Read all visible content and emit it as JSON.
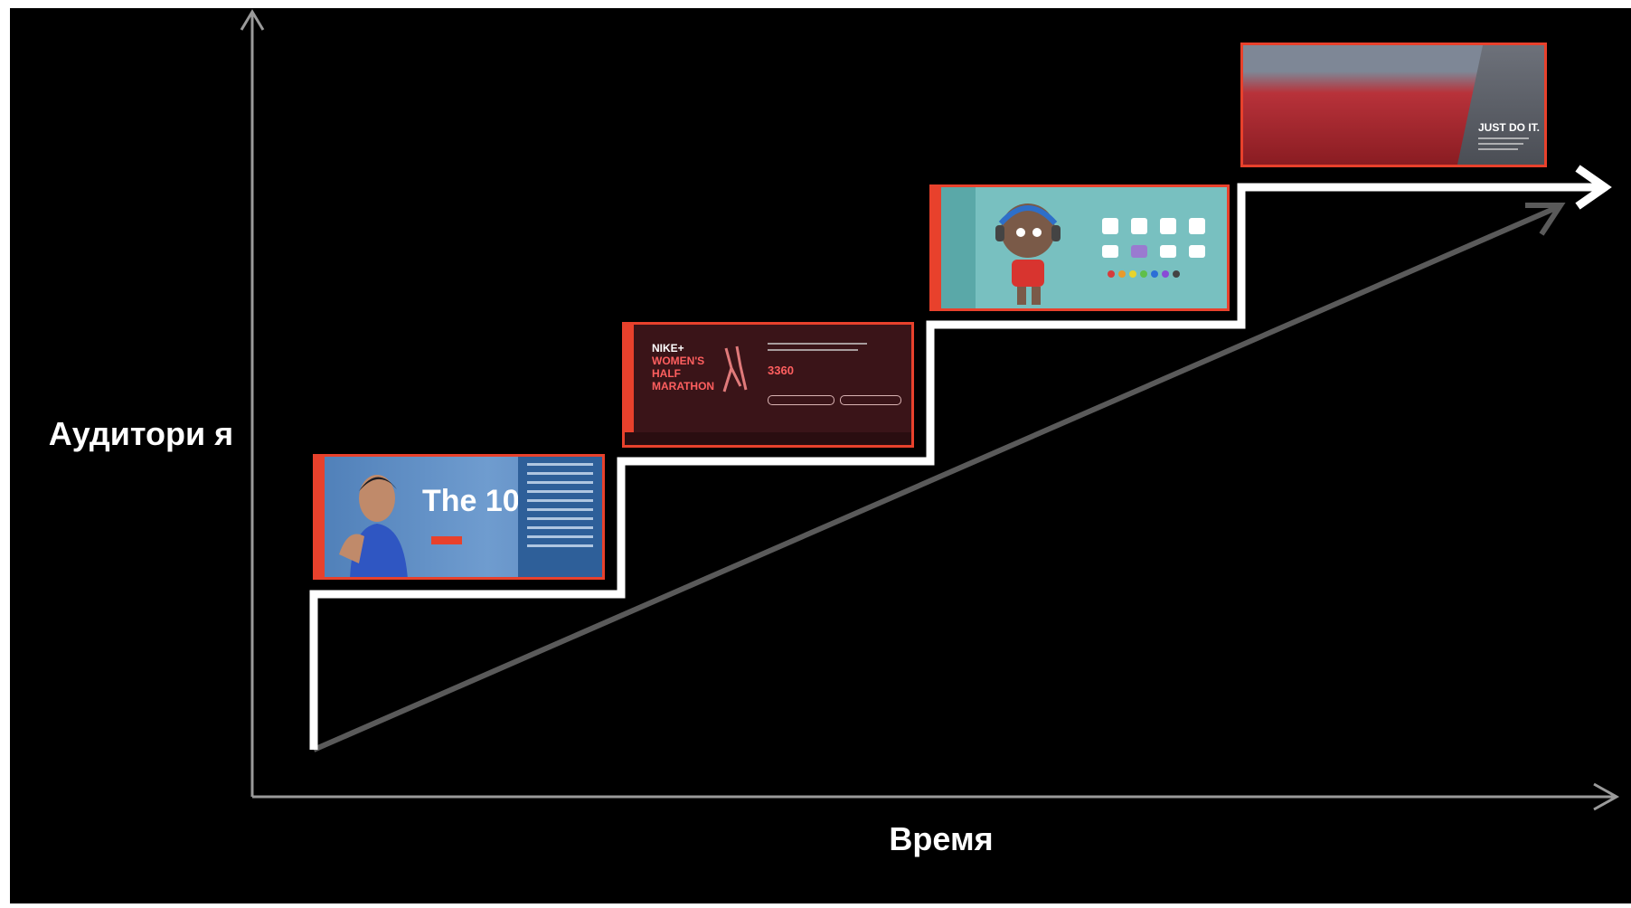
{
  "axes": {
    "y_label": "Аудитори я",
    "x_label": "Время"
  },
  "colors": {
    "background": "#000000",
    "axis": "#9a9a9a",
    "staircase": "#ffffff",
    "trend_arrow": "#5a5a5a",
    "card_border": "#e8412c"
  },
  "cards": [
    {
      "id": "card1",
      "icon": "nike-the-10-screenshot",
      "text": "The 10"
    },
    {
      "id": "card2",
      "icon": "nike-womens-half-marathon-screenshot",
      "lines": [
        "NIKE+",
        "WOMEN'S",
        "HALF",
        "MARATHON"
      ],
      "number": "3360"
    },
    {
      "id": "card3",
      "icon": "avatar-builder-screenshot"
    },
    {
      "id": "card4",
      "icon": "crowd-runners-screenshot",
      "text": "JUST DO IT."
    }
  ]
}
